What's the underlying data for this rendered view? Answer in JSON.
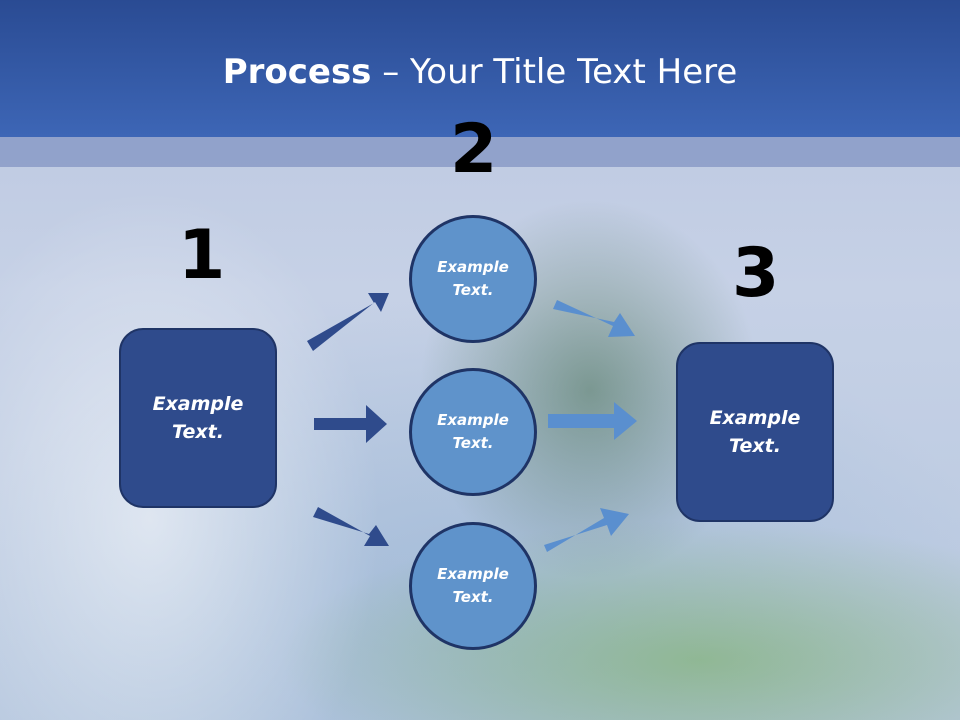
{
  "title": {
    "bold": "Process",
    "rest": " – Your Title Text Here"
  },
  "steps": {
    "one": "1",
    "two": "2",
    "three": "3"
  },
  "left_box": {
    "text": "Example Text."
  },
  "right_box": {
    "text": "Example Text."
  },
  "circles": [
    {
      "text": "Example Text."
    },
    {
      "text": "Example Text."
    },
    {
      "text": "Example Text."
    }
  ],
  "colors": {
    "header": "#3d66b6",
    "box_fill": "#2f4b8c",
    "circle_fill": "#5f93cb",
    "arrow_dark": "#2f4b8c",
    "arrow_light": "#5a8fcf"
  }
}
